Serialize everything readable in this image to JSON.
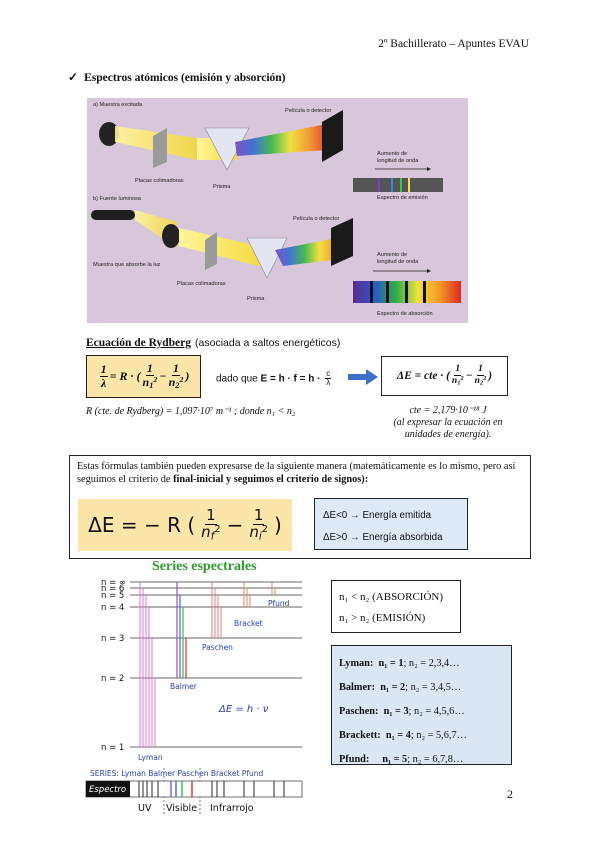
{
  "header": "2º Bachillerato – Apuntes EVAU",
  "section_title": "Espectros atómicos (emisión y absorción)",
  "figure_spectrometer": {
    "label_a": "a) Muestra excitada",
    "label_b": "b) Fuente luminosa",
    "placas_a": "Placas colimadoras",
    "prisma_a": "Prisma",
    "pelicula_a": "Película o detector",
    "aumento_a_1": "Aumento de",
    "aumento_a_2": "longitud de onda",
    "espectro_emision": "Espectro de emisión",
    "muestra_absorbe": "Muestra que absorbe la luz",
    "placas_b": "Placas colimadoras",
    "prisma_b": "Prisma",
    "pelicula_b": "Película o detector",
    "aumento_b_1": "Aumento de",
    "aumento_b_2": "longitud de onda",
    "espectro_absorcion": "Espectro de absorción"
  },
  "rydberg": {
    "title": "Ecuación de Rydberg",
    "subtitle": "(asociada a saltos energéticos)",
    "lhs": "λ",
    "R": "R",
    "dado_que": "dado que",
    "energy_relation": "E = h · f = h ·",
    "energy_c": "c",
    "energy_lambda": "λ",
    "deltaE": "ΔE = cte ·",
    "constant_text": "R (cte. de Rydberg) = 1,097·10⁷ m⁻¹ ; donde n₁ < n₂",
    "cte_line1": "cte = 2,179·10⁻¹⁸ J",
    "cte_line2": "(al expresar la ecuación en",
    "cte_line3": "unidades de energía)."
  },
  "formula_box": {
    "text_1": "Estas fórmulas también pueden expresarse de la siguiente manera (matemáticamente es lo mismo, pero así seguimos el criterio de ",
    "text_bold": "final-inicial y seguimos el criterio de signos):",
    "eq_lhs": "ΔE = − R (",
    "emitted": "ΔE<0 → Energía emitida",
    "absorbed": "ΔE>0 → Energía absorbida"
  },
  "series_figure": {
    "title": "Series espectrales",
    "levels": [
      "n = ∞",
      "n = 6",
      "n = 5",
      "n = 4",
      "n = 3",
      "n = 2",
      "n = 1"
    ],
    "series_names": [
      "Pfund",
      "Bracket",
      "Paschen",
      "Balmer",
      "Lyman"
    ],
    "formula": "ΔE = h · ν",
    "bottom_series": "SERIES: Lyman  Balmer   Paschen Bracket Pfund",
    "espectro": "Espectro",
    "regions": [
      "UV",
      "Visible",
      "Infrarrojo"
    ]
  },
  "absorption_emission": [
    "n₁ < n₂ (ABSORCIÓN)",
    "n₁ > n₂ (EMISIÓN)"
  ],
  "series_list": [
    {
      "name": "Lyman:",
      "n1": "n₁ = 1",
      "n2": "; n₂ = 2,3,4…"
    },
    {
      "name": "Balmer:",
      "n1": "n₁ = 2",
      "n2": "; n₂ = 3,4,5…"
    },
    {
      "name": "Paschen:",
      "n1": "n₁ = 3",
      "n2": "; n₂ = 4,5,6…"
    },
    {
      "name": "Brackett:",
      "n1": "n₁ = 4",
      "n2": "; n₂ = 5,6,7…"
    },
    {
      "name": "Pfund:",
      "n1": "n₁ = 5",
      "n2": "; n₂ = 6,7,8…"
    }
  ],
  "page_number": "2"
}
